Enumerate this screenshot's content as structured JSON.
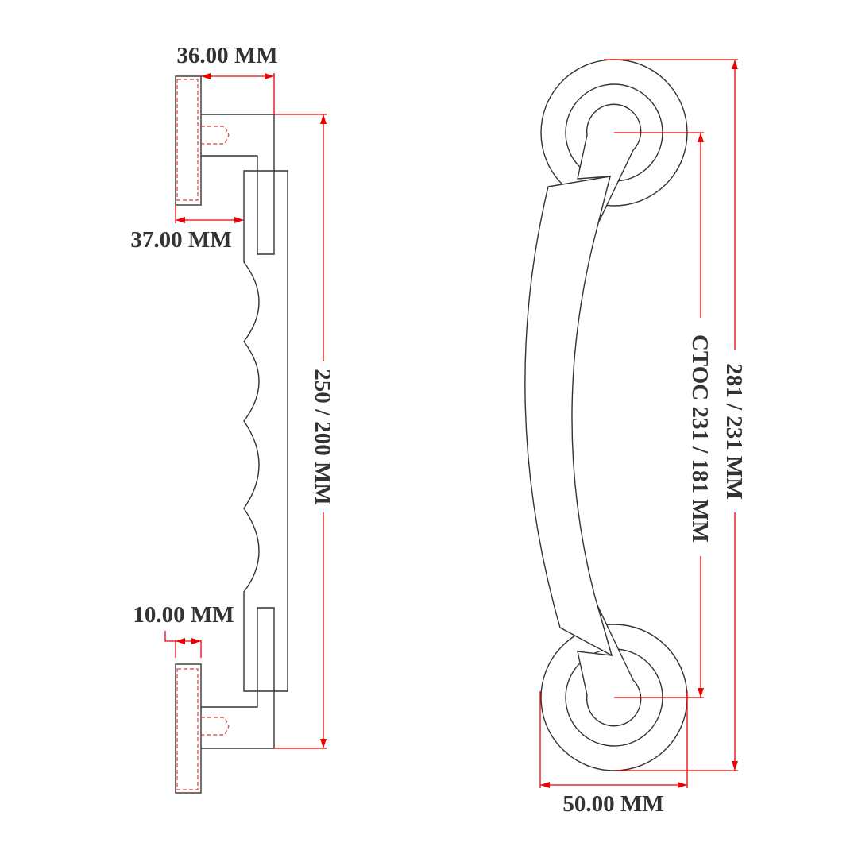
{
  "dimensions": {
    "plate_projection": "36.00 MM",
    "handle_offset": "37.00 MM",
    "overall_length_side": "250 / 200 MM",
    "plate_thickness": "10.00 MM",
    "overall_length_front": "281 / 231 MM",
    "center_to_center": "CTOC 231 / 181 MM",
    "rose_diameter": "50.00 MM"
  },
  "colors": {
    "line": "#333333",
    "dimension": "#ee0000"
  }
}
